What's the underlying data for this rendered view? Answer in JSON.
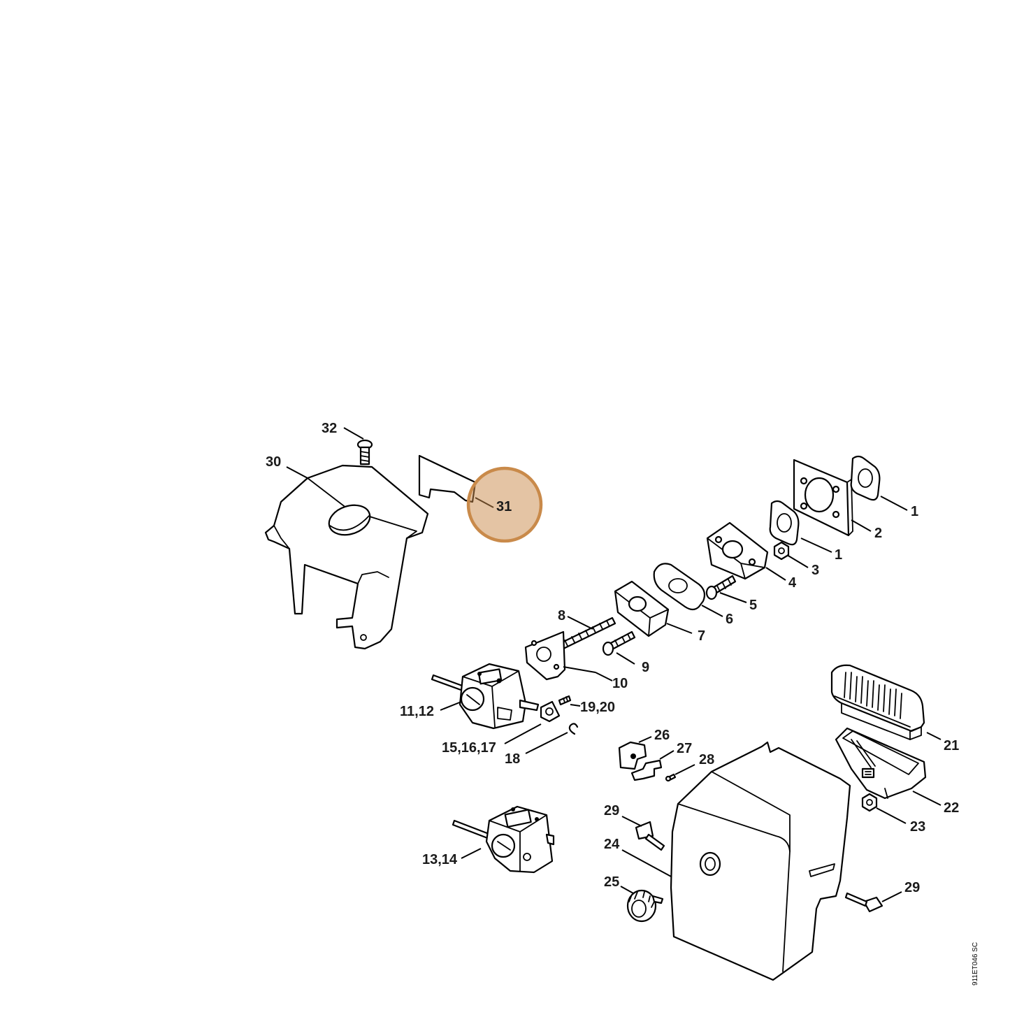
{
  "callouts": {
    "c1a": "1",
    "c1b": "1",
    "c2": "2",
    "c3": "3",
    "c4": "4",
    "c5": "5",
    "c6": "6",
    "c7": "7",
    "c8": "8",
    "c9": "9",
    "c10": "10",
    "c11_12": "11,12",
    "c13_14": "13,14",
    "c15_17": "15,16,17",
    "c18": "18",
    "c19_20": "19,20",
    "c21": "21",
    "c22": "22",
    "c23": "23",
    "c24": "24",
    "c25": "25",
    "c26": "26",
    "c27": "27",
    "c28": "28",
    "c29a": "29",
    "c29b": "29",
    "c30": "30",
    "c31": "31",
    "c32": "32"
  },
  "highlight": {
    "part": "31",
    "color": "#c98a4a"
  },
  "reference_code": "911ET046 SC"
}
